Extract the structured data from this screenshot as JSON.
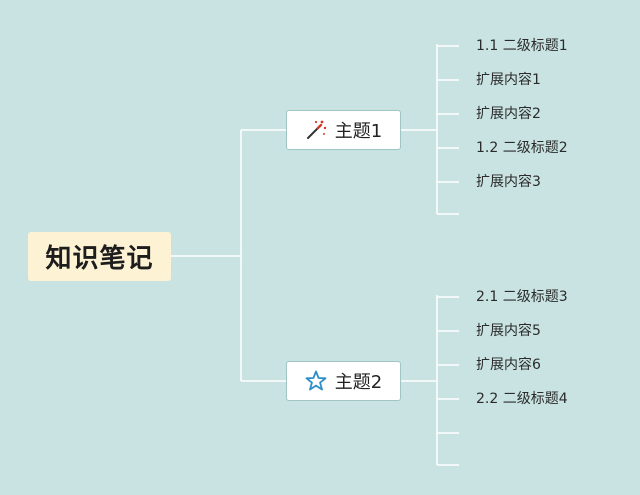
{
  "root": {
    "label": "知识笔记"
  },
  "topics": [
    {
      "label": "主题1",
      "icon": "magic-wand-icon",
      "children": [
        "1.1 二级标题1",
        "扩展内容1",
        "扩展内容2",
        "1.2 二级标题2",
        "扩展内容3",
        ""
      ]
    },
    {
      "label": "主题2",
      "icon": "star-icon",
      "children": [
        "2.1 二级标题3",
        "扩展内容5",
        "扩展内容6",
        "2.2 二级标题4",
        "",
        ""
      ]
    }
  ],
  "colors": {
    "background": "#c8e3e2",
    "connector": "#ffffff",
    "root_fill": "#fdf3d4",
    "wand_accent": "#d43a2a",
    "star_accent": "#2d8fc8"
  }
}
